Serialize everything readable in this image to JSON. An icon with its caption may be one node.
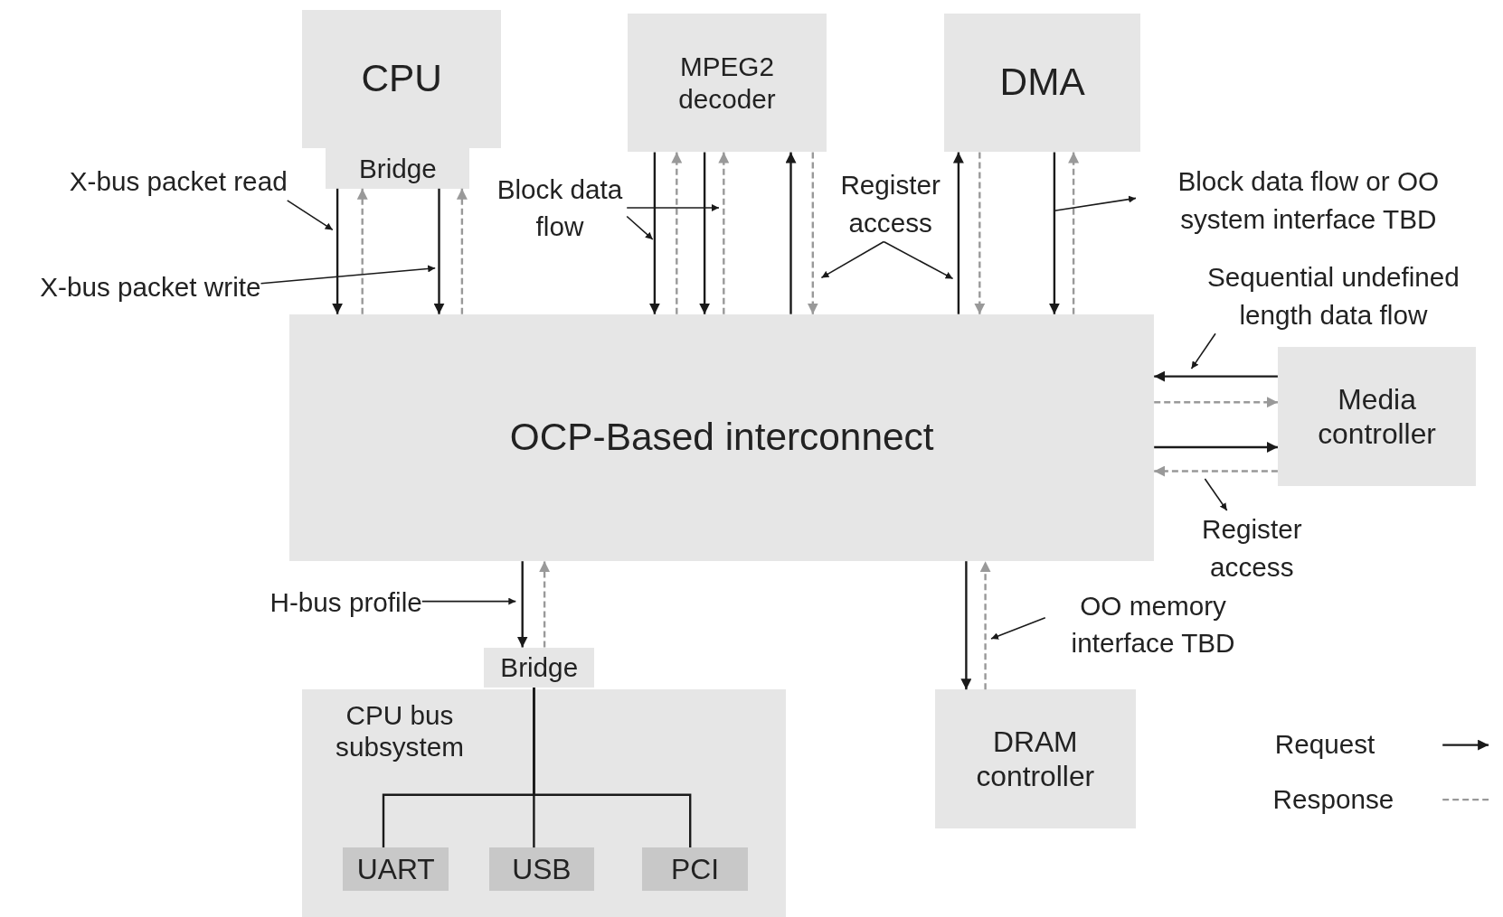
{
  "diagram": {
    "nodes": [
      {
        "text": [
          "CPU"
        ]
      },
      {
        "text": [
          "Bridge"
        ]
      },
      {
        "text": [
          "MPEG2 decoder"
        ]
      },
      {
        "text": [
          "DMA"
        ]
      },
      {
        "text": [
          "OCP-Based interconnect"
        ]
      },
      {
        "text": [
          "Media controller"
        ]
      },
      {
        "text": [
          "Bridge"
        ]
      },
      {
        "text": [
          "CPU bus subsystem"
        ]
      },
      {
        "text": [
          "UART"
        ],
        "in": 7
      },
      {
        "text": [
          "USB"
        ],
        "in": 7
      },
      {
        "text": [
          "PCI"
        ],
        "in": 7
      },
      {
        "text": [
          "DRAM controller"
        ]
      },
      {
        "text": [
          "X-bus packet read"
        ]
      },
      {
        "text": [
          "X-bus packet write"
        ]
      },
      {
        "text": [
          "Block data flow"
        ]
      },
      {
        "text": [
          "Register access"
        ]
      },
      {
        "text": [
          "Block data flow or OO system interface TBD"
        ]
      },
      {
        "text": [
          "Sequential undefined length data flow"
        ]
      },
      {
        "text": [
          "Register access"
        ]
      },
      {
        "text": [
          "H-bus profile"
        ]
      },
      {
        "text": [
          "OO memory interface TBD"
        ]
      }
    ],
    "edges": [
      {
        "from": 1,
        "to": 4,
        "arrow": "to"
      },
      {
        "from": 4,
        "to": 1,
        "arrow": "to",
        "style": "dashed",
        "color": "#999999"
      },
      {
        "from": 1,
        "to": 4,
        "arrow": "to"
      },
      {
        "from": 4,
        "to": 1,
        "arrow": "to",
        "style": "dashed",
        "color": "#999999"
      },
      {
        "from": 2,
        "to": 4,
        "arrow": "to"
      },
      {
        "from": 4,
        "to": 2,
        "arrow": "to",
        "style": "dashed",
        "color": "#999999"
      },
      {
        "from": 2,
        "to": 4,
        "arrow": "to"
      },
      {
        "from": 4,
        "to": 2,
        "arrow": "to",
        "style": "dashed",
        "color": "#999999"
      },
      {
        "from": 4,
        "to": 2,
        "arrow": "to"
      },
      {
        "from": 2,
        "to": 4,
        "arrow": "to",
        "style": "dashed",
        "color": "#999999"
      },
      {
        "from": 4,
        "to": 3,
        "arrow": "to"
      },
      {
        "from": 3,
        "to": 4,
        "arrow": "to",
        "style": "dashed",
        "color": "#999999"
      },
      {
        "from": 3,
        "to": 4,
        "arrow": "to"
      },
      {
        "from": 4,
        "to": 3,
        "arrow": "to",
        "style": "dashed",
        "color": "#999999"
      },
      {
        "from": 5,
        "to": 4,
        "arrow": "to"
      },
      {
        "from": 4,
        "to": 5,
        "arrow": "to",
        "style": "dashed",
        "color": "#999999"
      },
      {
        "from": 4,
        "to": 5,
        "arrow": "to"
      },
      {
        "from": 5,
        "to": 4,
        "arrow": "to",
        "style": "dashed",
        "color": "#999999"
      },
      {
        "from": 4,
        "to": 6,
        "arrow": "to"
      },
      {
        "from": 6,
        "to": 4,
        "arrow": "to",
        "style": "dashed",
        "color": "#999999"
      },
      {
        "from": 6,
        "to": 8,
        "arrow": "none"
      },
      {
        "from": 6,
        "to": 9,
        "arrow": "none"
      },
      {
        "from": 6,
        "to": 10,
        "arrow": "none"
      },
      {
        "from": 4,
        "to": 11,
        "arrow": "to"
      },
      {
        "from": 11,
        "to": 4,
        "arrow": "to",
        "style": "dashed",
        "color": "#999999"
      },
      {
        "from": 12,
        "to": null,
        "arrow": "to"
      },
      {
        "from": 13,
        "to": null,
        "arrow": "to"
      },
      {
        "from": 14,
        "to": null,
        "arrow": "to"
      },
      {
        "from": 14,
        "to": null,
        "arrow": "to"
      },
      {
        "from": 15,
        "to": null,
        "arrow": "to"
      },
      {
        "from": 15,
        "to": null,
        "arrow": "to"
      },
      {
        "from": null,
        "to": 16,
        "arrow": "to"
      },
      {
        "from": 17,
        "to": null,
        "arrow": "to"
      },
      {
        "from": null,
        "to": 18,
        "arrow": "to"
      },
      {
        "from": 19,
        "to": null,
        "arrow": "to"
      },
      {
        "from": 20,
        "to": null,
        "arrow": "to"
      }
    ],
    "legend": [
      {
        "text": "Request"
      },
      {
        "text": "Response"
      }
    ]
  }
}
